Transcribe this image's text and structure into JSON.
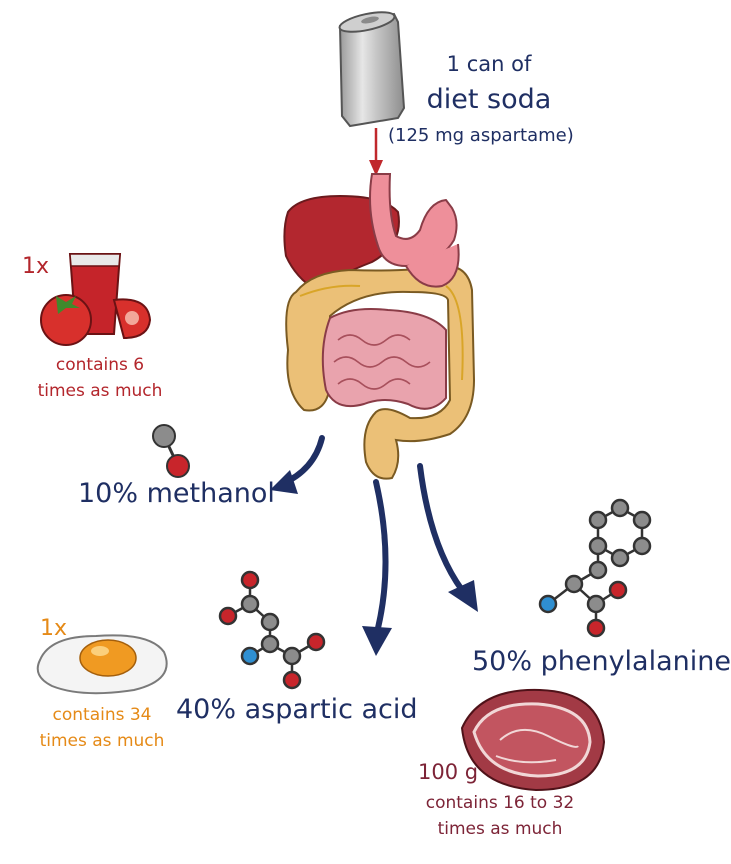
{
  "soda": {
    "line1": "1 can of",
    "line2": "diet soda",
    "line3": "(125 mg aspartame)"
  },
  "methanol": {
    "label": "10% methanol",
    "source_amount": "1x",
    "source_line1": "contains 6",
    "source_line2": "times as much"
  },
  "aspartic": {
    "label": "40% aspartic acid",
    "source_amount": "1x",
    "source_line1": "contains 34",
    "source_line2": "times as much"
  },
  "phenylalanine": {
    "label": "50% phenylalanine",
    "source_amount": "100 g",
    "source_line1": "contains 16 to 32",
    "source_line2": "times as much"
  },
  "colors": {
    "navy": "#1f2f63",
    "red": "#b3262c",
    "orange": "#e58a17",
    "maroon": "#7d2437",
    "atom_carbon": "#8c8c8c",
    "atom_oxygen": "#c8252b",
    "atom_nitrogen": "#2f8fd1"
  }
}
